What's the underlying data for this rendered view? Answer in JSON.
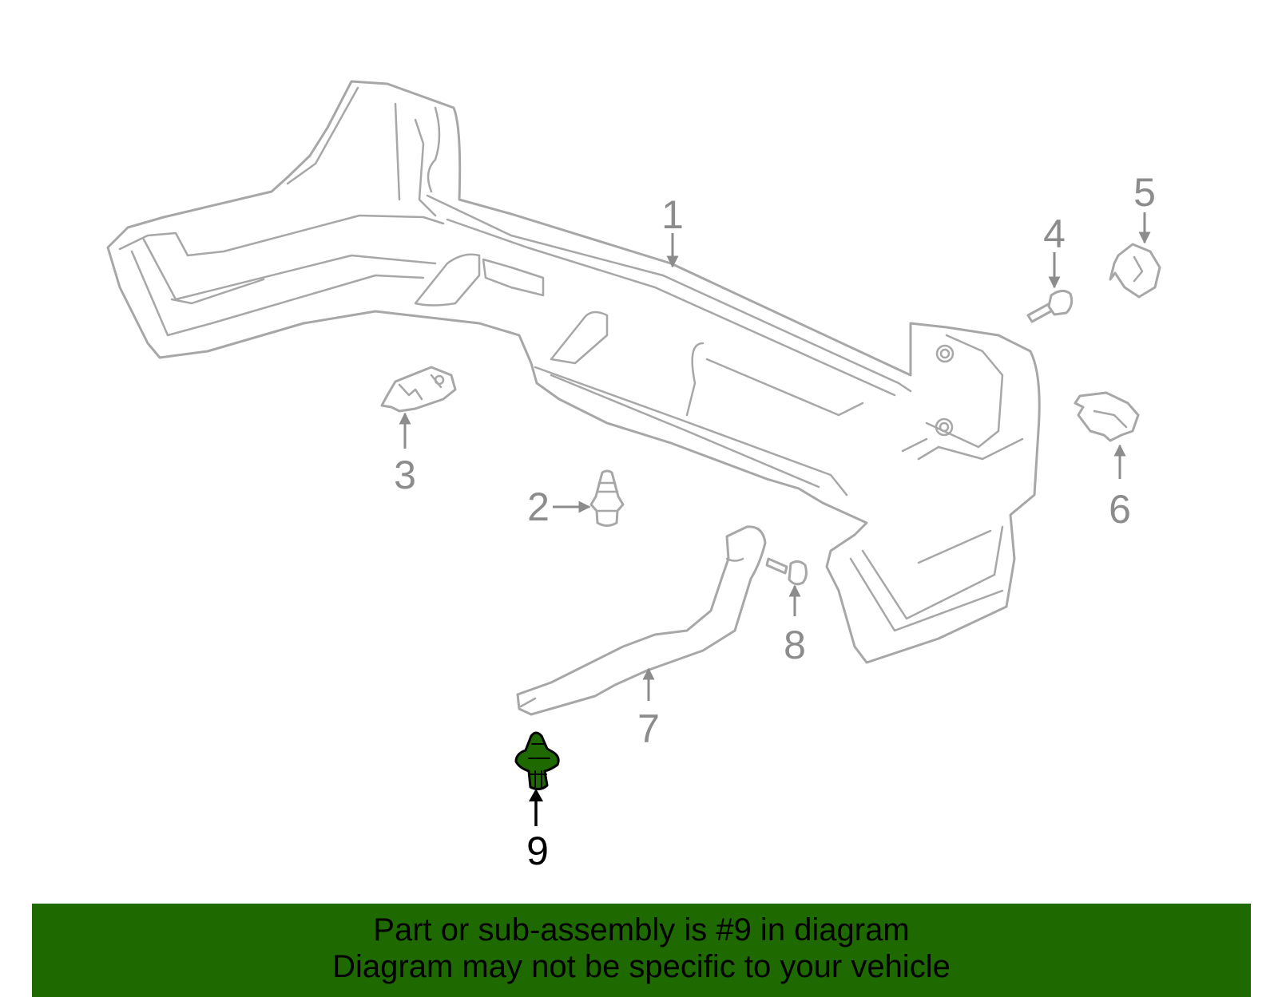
{
  "diagram": {
    "callouts": [
      "1",
      "2",
      "3",
      "4",
      "5",
      "6",
      "7",
      "8",
      "9"
    ],
    "highlighted_callout": "9",
    "colors": {
      "part_outline": "#a7a7a7",
      "callout": "#8c8c8c",
      "highlight": "#1e6a00"
    }
  },
  "banner": {
    "line1": "Part or sub-assembly is #9 in diagram",
    "line2": "Diagram may not be specific to your vehicle"
  }
}
